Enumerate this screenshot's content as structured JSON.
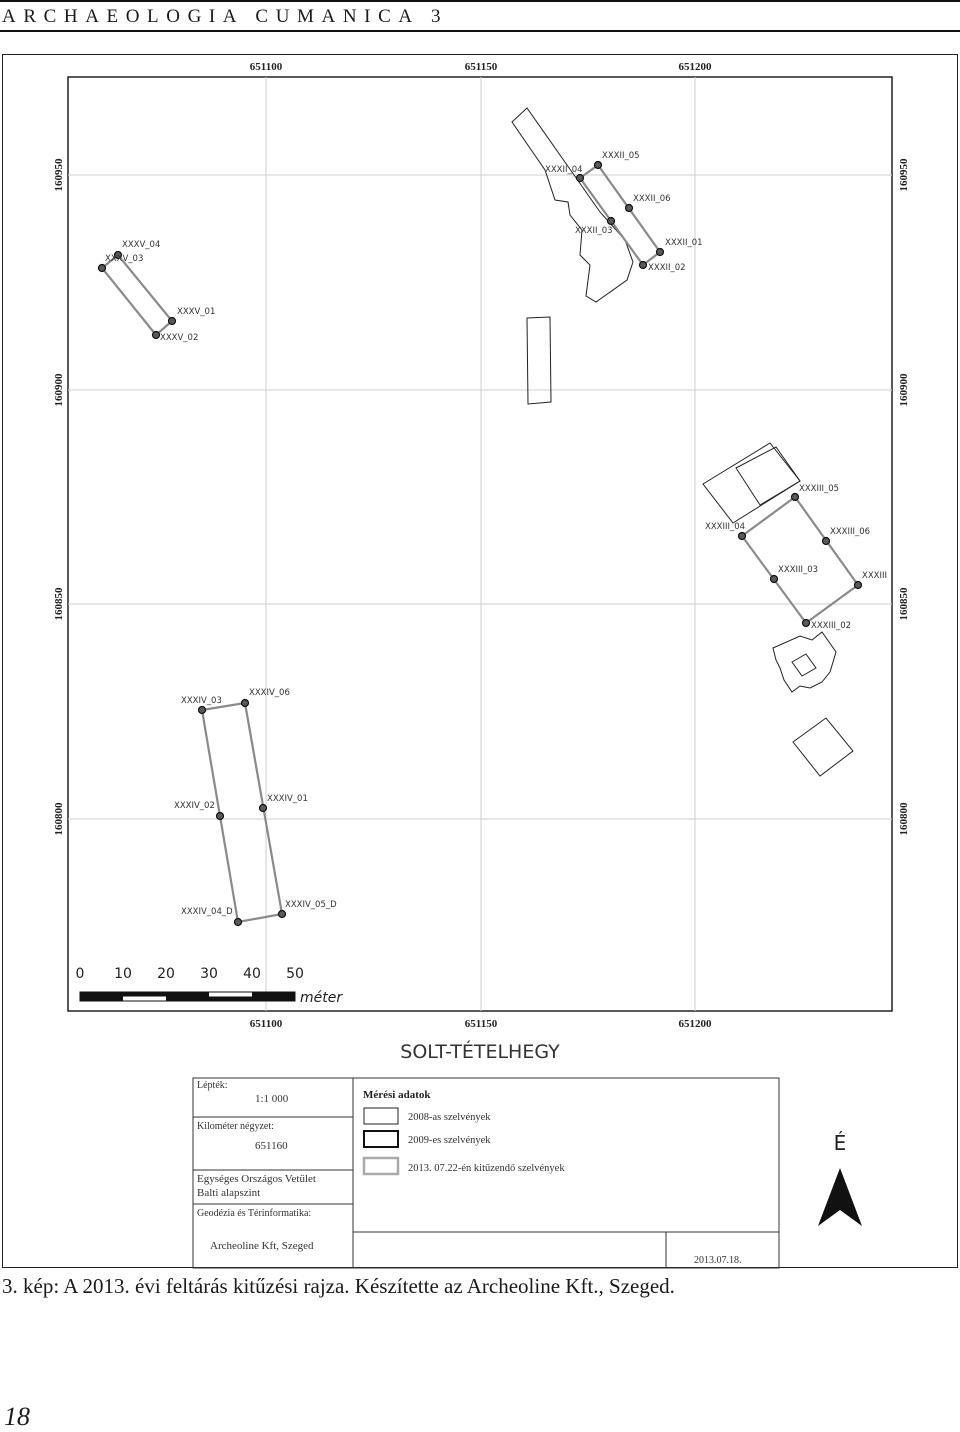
{
  "header": {
    "running_head": "ARCHAEOLOGIA CUMANICA 3"
  },
  "map": {
    "x_ticks": [
      "651100",
      "651150",
      "651200"
    ],
    "y_ticks": [
      "160950",
      "160900",
      "160850",
      "160800"
    ],
    "site_title": "SOLT-TÉTELHEGY",
    "scale_bar": {
      "ticks": [
        "0",
        "10",
        "20",
        "30",
        "40",
        "50"
      ],
      "unit": "méter"
    },
    "points": {
      "xxxv_04": "XXXV_04",
      "xxxv_03": "XXXV_03",
      "xxxv_01": "XXXV_01",
      "xxxv_02": "XXXV_02",
      "xxxii_04": "XXXII_04",
      "xxxii_05": "XXXII_05",
      "xxxii_06": "XXXII_06",
      "xxxii_03": "XXXII_03",
      "xxxii_01": "XXXII_01",
      "xxxii_02": "XXXII_02",
      "xxxiii_05": "XXXIII_05",
      "xxxiii_04": "XXXIII_04",
      "xxxiii_06": "XXXIII_06",
      "xxxiii_03": "XXXIII_03",
      "xxxiii_01": "XXXIII",
      "xxxiii_02": "XXXIII_02",
      "xxxiv_03": "XXXIV_03",
      "xxxiv_06": "XXXIV_06",
      "xxxiv_02": "XXXIV_02",
      "xxxiv_01": "XXXIV_01",
      "xxxiv_04": "XXXIV_04_D",
      "xxxiv_05": "XXXIV_05_D"
    },
    "info_box": {
      "scale_label": "Lépték:",
      "scale_value": "1:1 000",
      "km_label": "Kilométer négyzet:",
      "km_value": "651160",
      "projection_line1": "Egységes Országos Vetület",
      "projection_line2": "Balti alapszint",
      "survey_label": "Geodézia és Térinformatika:",
      "survey_value": "Archeoline Kft, Szeged",
      "legend_title": "Mérési adatok",
      "legend_items": [
        "2008-as szelvények",
        "2009-es szelvények",
        "2013. 07.22-én kitűzendő szelvények"
      ],
      "date": "2013.07.18."
    },
    "north_label": "É"
  },
  "caption": "3. kép: A 2013. évi feltárás kitűzési rajza. Készítette az Archeoline Kft., Szeged.",
  "page_number": "18"
}
